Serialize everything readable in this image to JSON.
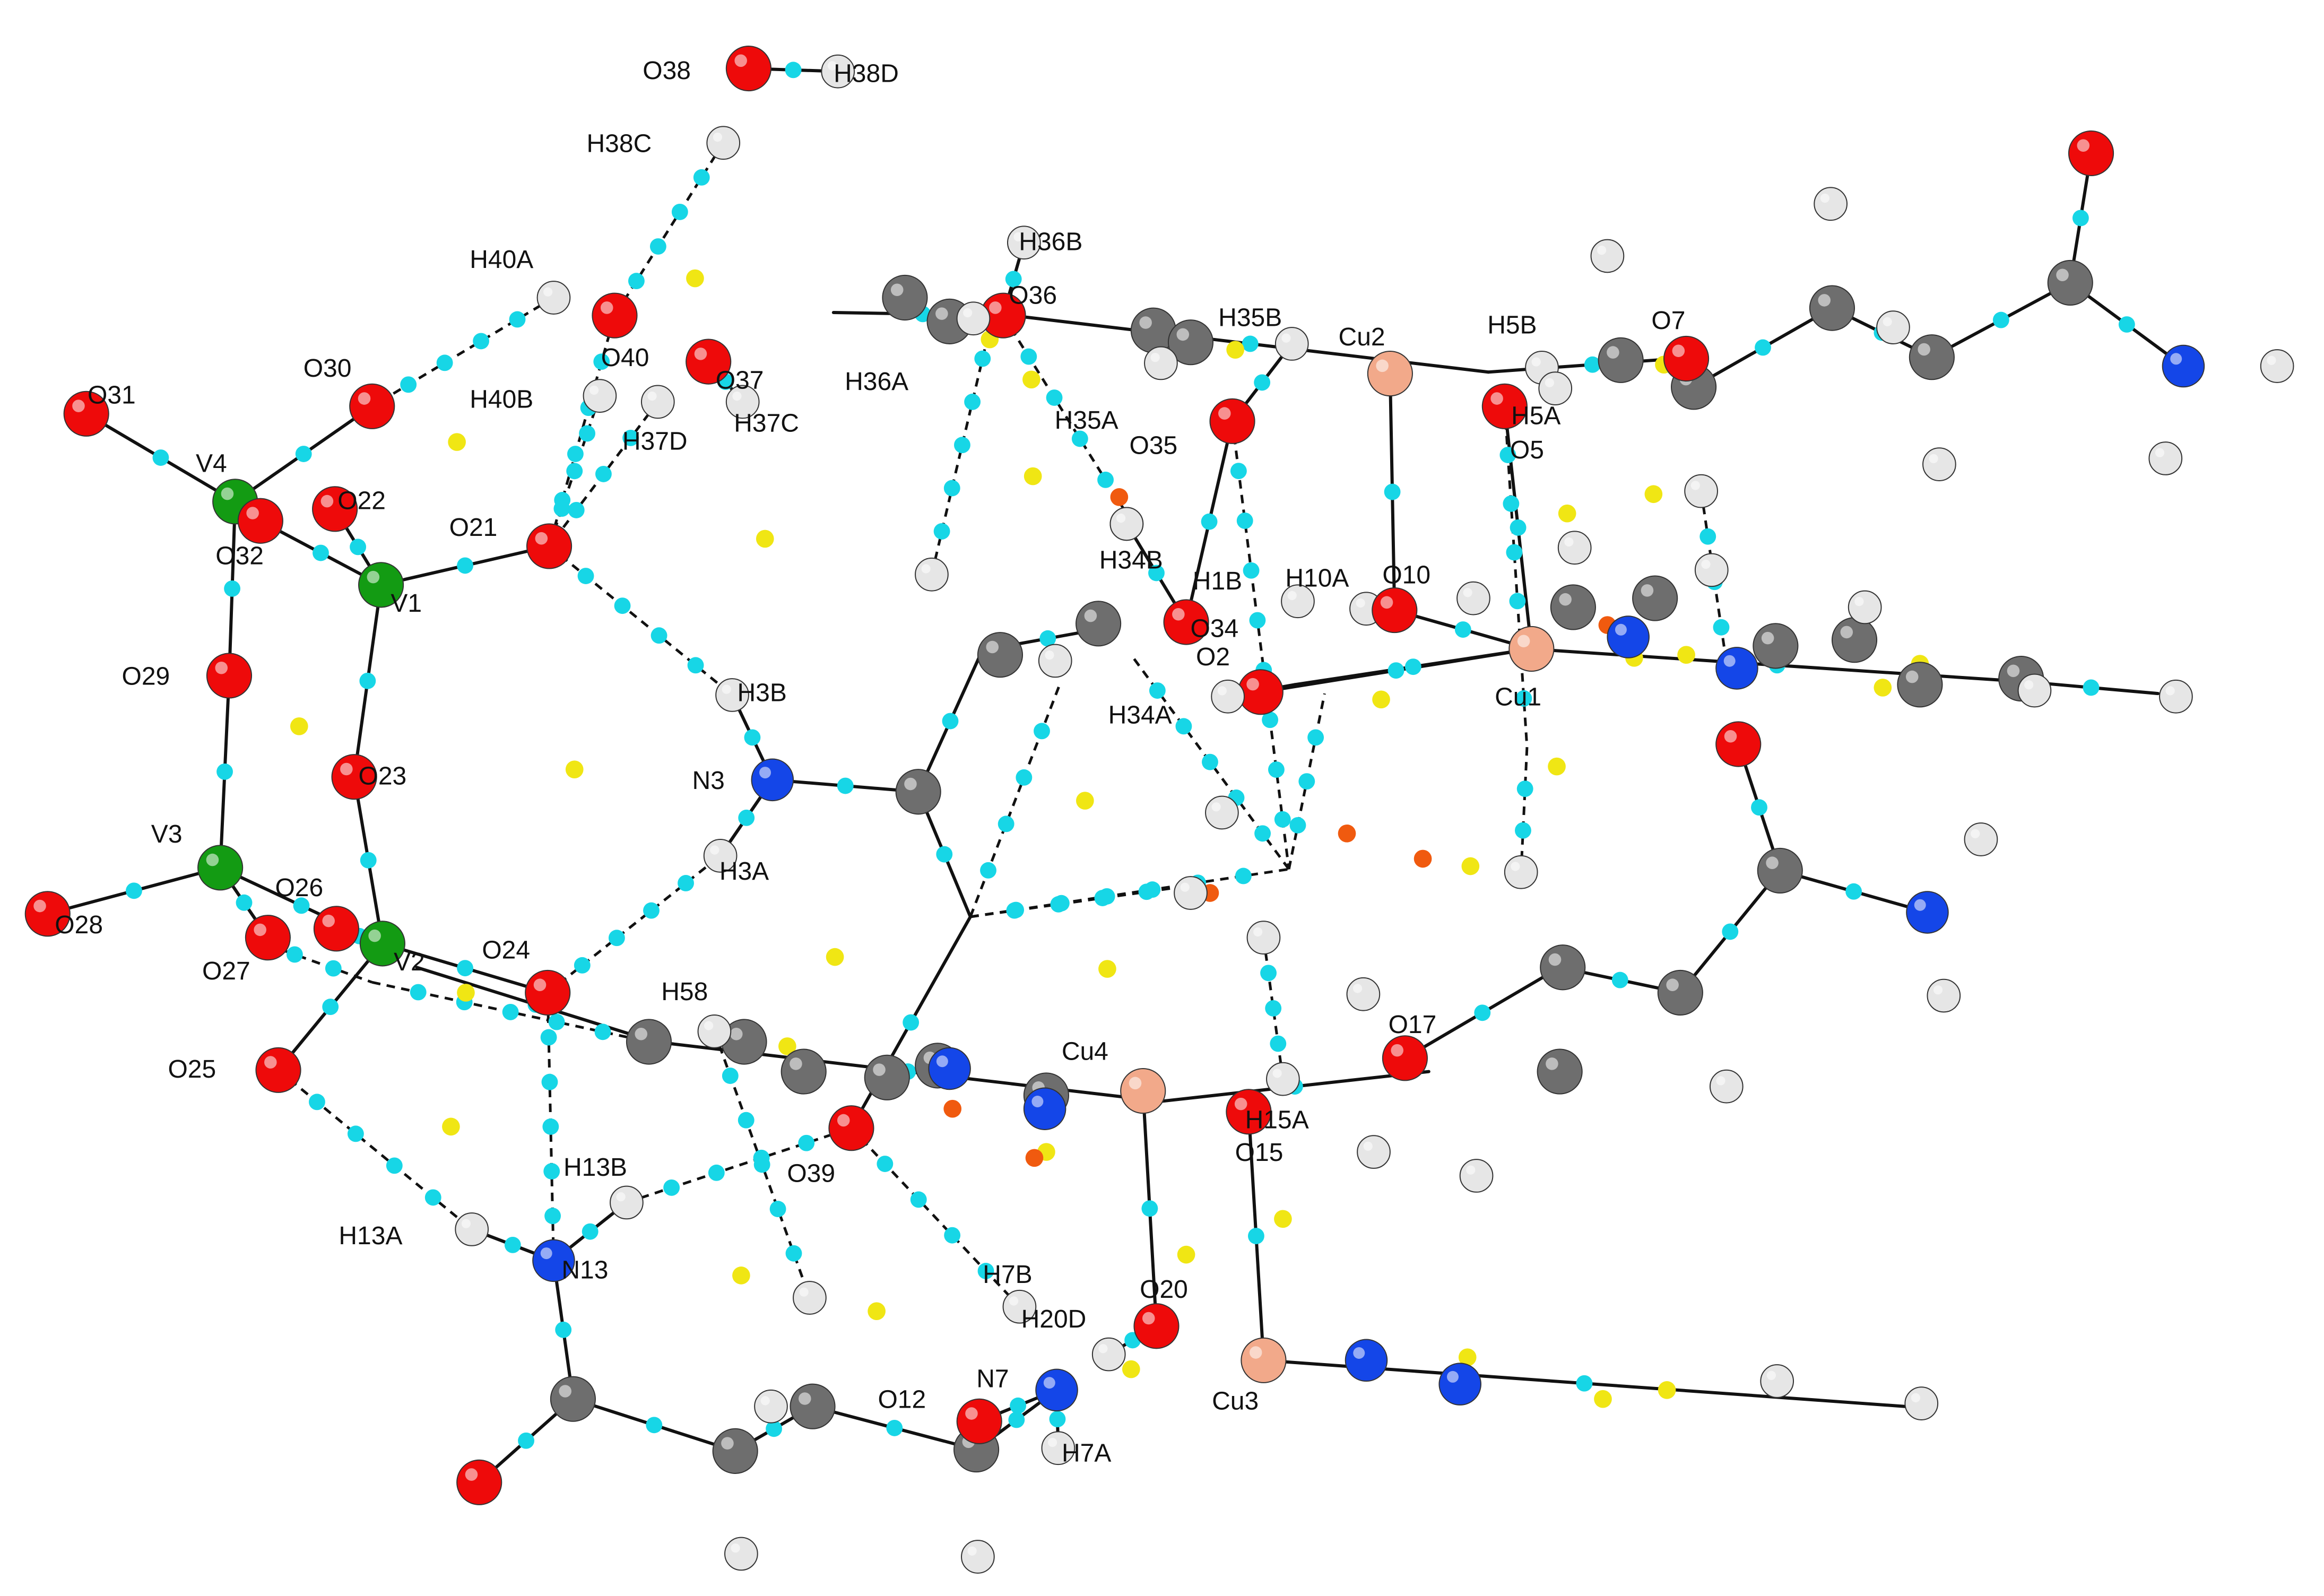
{
  "colors": {
    "V": "#139b13",
    "O": "#ee0a0a",
    "N": "#1446e8",
    "C": "#6e6e6e",
    "H": "#e6e6e6",
    "Cu": "#f2a98a",
    "bcp": "#17d6e6",
    "rcp": "#f0e614",
    "ccp": "#f05a0f"
  },
  "atoms": [
    {
      "id": "O38",
      "el": "O"
    },
    {
      "id": "H38D",
      "el": "H"
    },
    {
      "id": "H38C",
      "el": "H"
    },
    {
      "id": "H40A",
      "el": "H"
    },
    {
      "id": "O40",
      "el": "O"
    },
    {
      "id": "H40B",
      "el": "H"
    },
    {
      "id": "O30",
      "el": "O"
    },
    {
      "id": "O31",
      "el": "O"
    },
    {
      "id": "V4",
      "el": "V"
    },
    {
      "id": "O32",
      "el": "O"
    },
    {
      "id": "O22",
      "el": "O"
    },
    {
      "id": "V1",
      "el": "V"
    },
    {
      "id": "O21",
      "el": "O"
    },
    {
      "id": "O37",
      "el": "O"
    },
    {
      "id": "H37C",
      "el": "H"
    },
    {
      "id": "H37D",
      "el": "H"
    },
    {
      "id": "O29",
      "el": "O"
    },
    {
      "id": "O23",
      "el": "O"
    },
    {
      "id": "V3",
      "el": "V"
    },
    {
      "id": "O28",
      "el": "O"
    },
    {
      "id": "O27",
      "el": "O"
    },
    {
      "id": "O26",
      "el": "O"
    },
    {
      "id": "V2",
      "el": "V"
    },
    {
      "id": "O25",
      "el": "O"
    },
    {
      "id": "O24",
      "el": "O"
    },
    {
      "id": "H3B",
      "el": "H"
    },
    {
      "id": "N3",
      "el": "N"
    },
    {
      "id": "H3A",
      "el": "H"
    },
    {
      "id": "H58",
      "el": "H"
    },
    {
      "id": "H13B",
      "el": "H"
    },
    {
      "id": "H13A",
      "el": "H"
    },
    {
      "id": "N13",
      "el": "N"
    },
    {
      "id": "O39",
      "el": "O"
    },
    {
      "id": "O36",
      "el": "O"
    },
    {
      "id": "H36B",
      "el": "H"
    },
    {
      "id": "H36A",
      "el": "H"
    },
    {
      "id": "H35A",
      "el": "H"
    },
    {
      "id": "H35B",
      "el": "H"
    },
    {
      "id": "O35",
      "el": "O"
    },
    {
      "id": "Cu2",
      "el": "Cu"
    },
    {
      "id": "H5B",
      "el": "H"
    },
    {
      "id": "O7",
      "el": "O"
    },
    {
      "id": "H5A",
      "el": "H"
    },
    {
      "id": "O5",
      "el": "O"
    },
    {
      "id": "H34B",
      "el": "H"
    },
    {
      "id": "O34",
      "el": "O"
    },
    {
      "id": "H1B",
      "el": "H"
    },
    {
      "id": "H10A",
      "el": "H"
    },
    {
      "id": "O10",
      "el": "O"
    },
    {
      "id": "O2",
      "el": "O"
    },
    {
      "id": "H34A",
      "el": "H"
    },
    {
      "id": "Cu1",
      "el": "Cu"
    },
    {
      "id": "Cu4",
      "el": "Cu"
    },
    {
      "id": "O17",
      "el": "O"
    },
    {
      "id": "O15",
      "el": "O"
    },
    {
      "id": "H15A",
      "el": "H"
    },
    {
      "id": "O20",
      "el": "O"
    },
    {
      "id": "H7B",
      "el": "H"
    },
    {
      "id": "H20D",
      "el": "H"
    },
    {
      "id": "O12",
      "el": "O"
    },
    {
      "id": "N7",
      "el": "N"
    },
    {
      "id": "H7A",
      "el": "H"
    },
    {
      "id": "Cu3",
      "el": "Cu"
    }
  ],
  "unlabeled": [
    {
      "el": "C"
    },
    {
      "el": "C"
    },
    {
      "el": "C"
    },
    {
      "el": "C"
    },
    {
      "el": "C"
    },
    {
      "el": "C"
    },
    {
      "el": "C"
    },
    {
      "el": "C"
    },
    {
      "el": "C"
    },
    {
      "el": "C"
    },
    {
      "el": "C"
    },
    {
      "el": "C"
    },
    {
      "el": "C"
    },
    {
      "el": "C"
    },
    {
      "el": "C"
    },
    {
      "el": "C"
    },
    {
      "el": "C"
    },
    {
      "el": "C"
    },
    {
      "el": "C"
    },
    {
      "el": "C"
    },
    {
      "el": "C"
    },
    {
      "el": "C"
    },
    {
      "el": "C"
    },
    {
      "el": "C"
    },
    {
      "el": "C"
    },
    {
      "el": "C"
    },
    {
      "el": "C"
    },
    {
      "el": "C"
    },
    {
      "el": "C"
    },
    {
      "el": "C"
    },
    {
      "el": "C"
    },
    {
      "el": "C"
    },
    {
      "el": "N"
    },
    {
      "el": "N"
    },
    {
      "el": "N"
    },
    {
      "el": "N"
    },
    {
      "el": "N"
    },
    {
      "el": "N"
    },
    {
      "el": "N"
    },
    {
      "el": "N"
    },
    {
      "el": "O"
    },
    {
      "el": "O"
    },
    {
      "el": "O"
    },
    {
      "el": "H"
    },
    {
      "el": "H"
    },
    {
      "el": "H"
    },
    {
      "el": "H"
    },
    {
      "el": "H"
    },
    {
      "el": "H"
    },
    {
      "el": "H"
    },
    {
      "el": "H"
    },
    {
      "el": "H"
    },
    {
      "el": "H"
    },
    {
      "el": "H"
    },
    {
      "el": "H"
    },
    {
      "el": "H"
    },
    {
      "el": "H"
    },
    {
      "el": "H"
    },
    {
      "el": "H"
    },
    {
      "el": "H"
    },
    {
      "el": "H"
    },
    {
      "el": "H"
    },
    {
      "el": "H"
    },
    {
      "el": "H"
    },
    {
      "el": "H"
    },
    {
      "el": "H"
    },
    {
      "el": "H"
    },
    {
      "el": "H"
    },
    {
      "el": "H"
    },
    {
      "el": "H"
    },
    {
      "el": "H"
    },
    {
      "el": "H"
    },
    {
      "el": "H"
    },
    {
      "el": "H"
    },
    {
      "el": "H"
    }
  ],
  "critical_points": {
    "rcp_count": 34,
    "ccp_count": 7
  }
}
